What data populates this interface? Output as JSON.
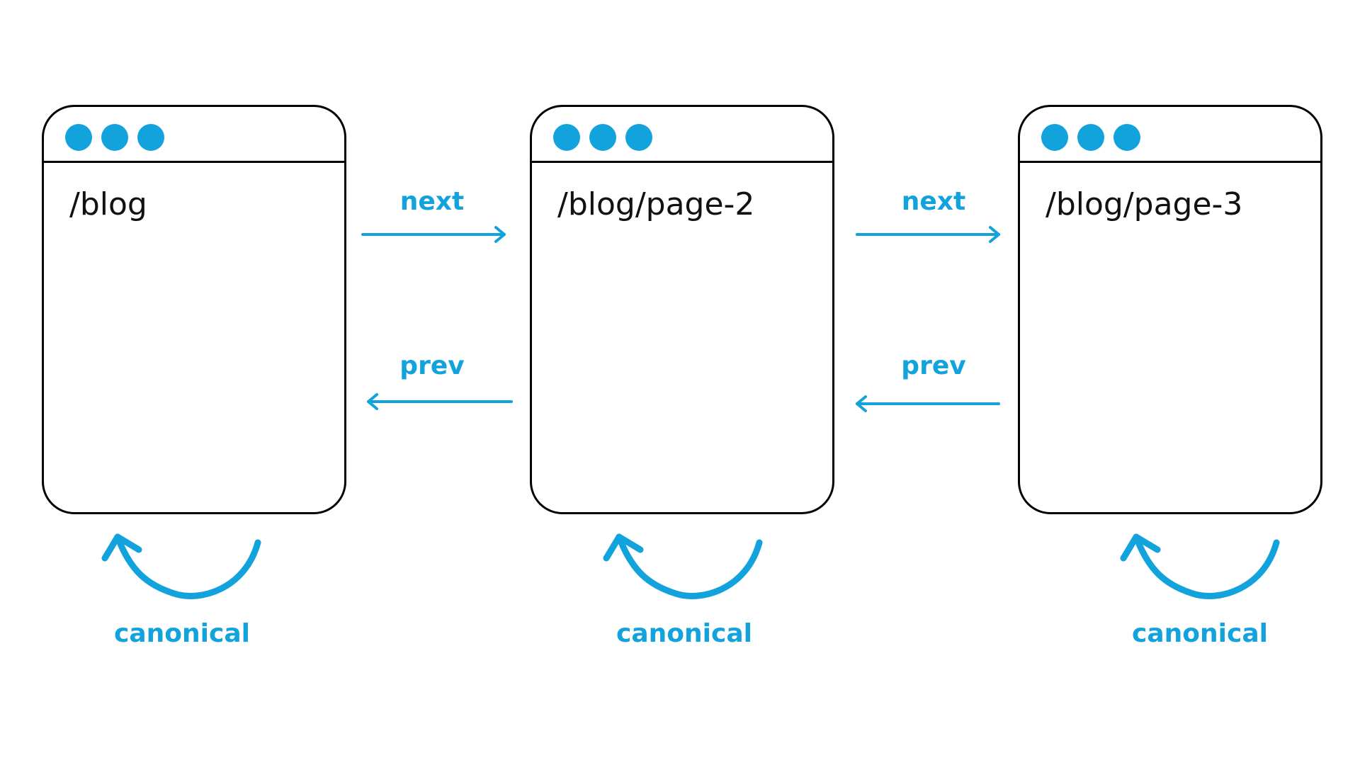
{
  "colors": {
    "accent": "#12a3dc",
    "outline": "#000000",
    "text": "#111111",
    "background": "#ffffff"
  },
  "windows": [
    {
      "url": "/blog",
      "canonical_label": "canonical"
    },
    {
      "url": "/blog/page-2",
      "canonical_label": "canonical"
    },
    {
      "url": "/blog/page-3",
      "canonical_label": "canonical"
    }
  ],
  "links": {
    "next_label": "next",
    "prev_label": "prev"
  }
}
